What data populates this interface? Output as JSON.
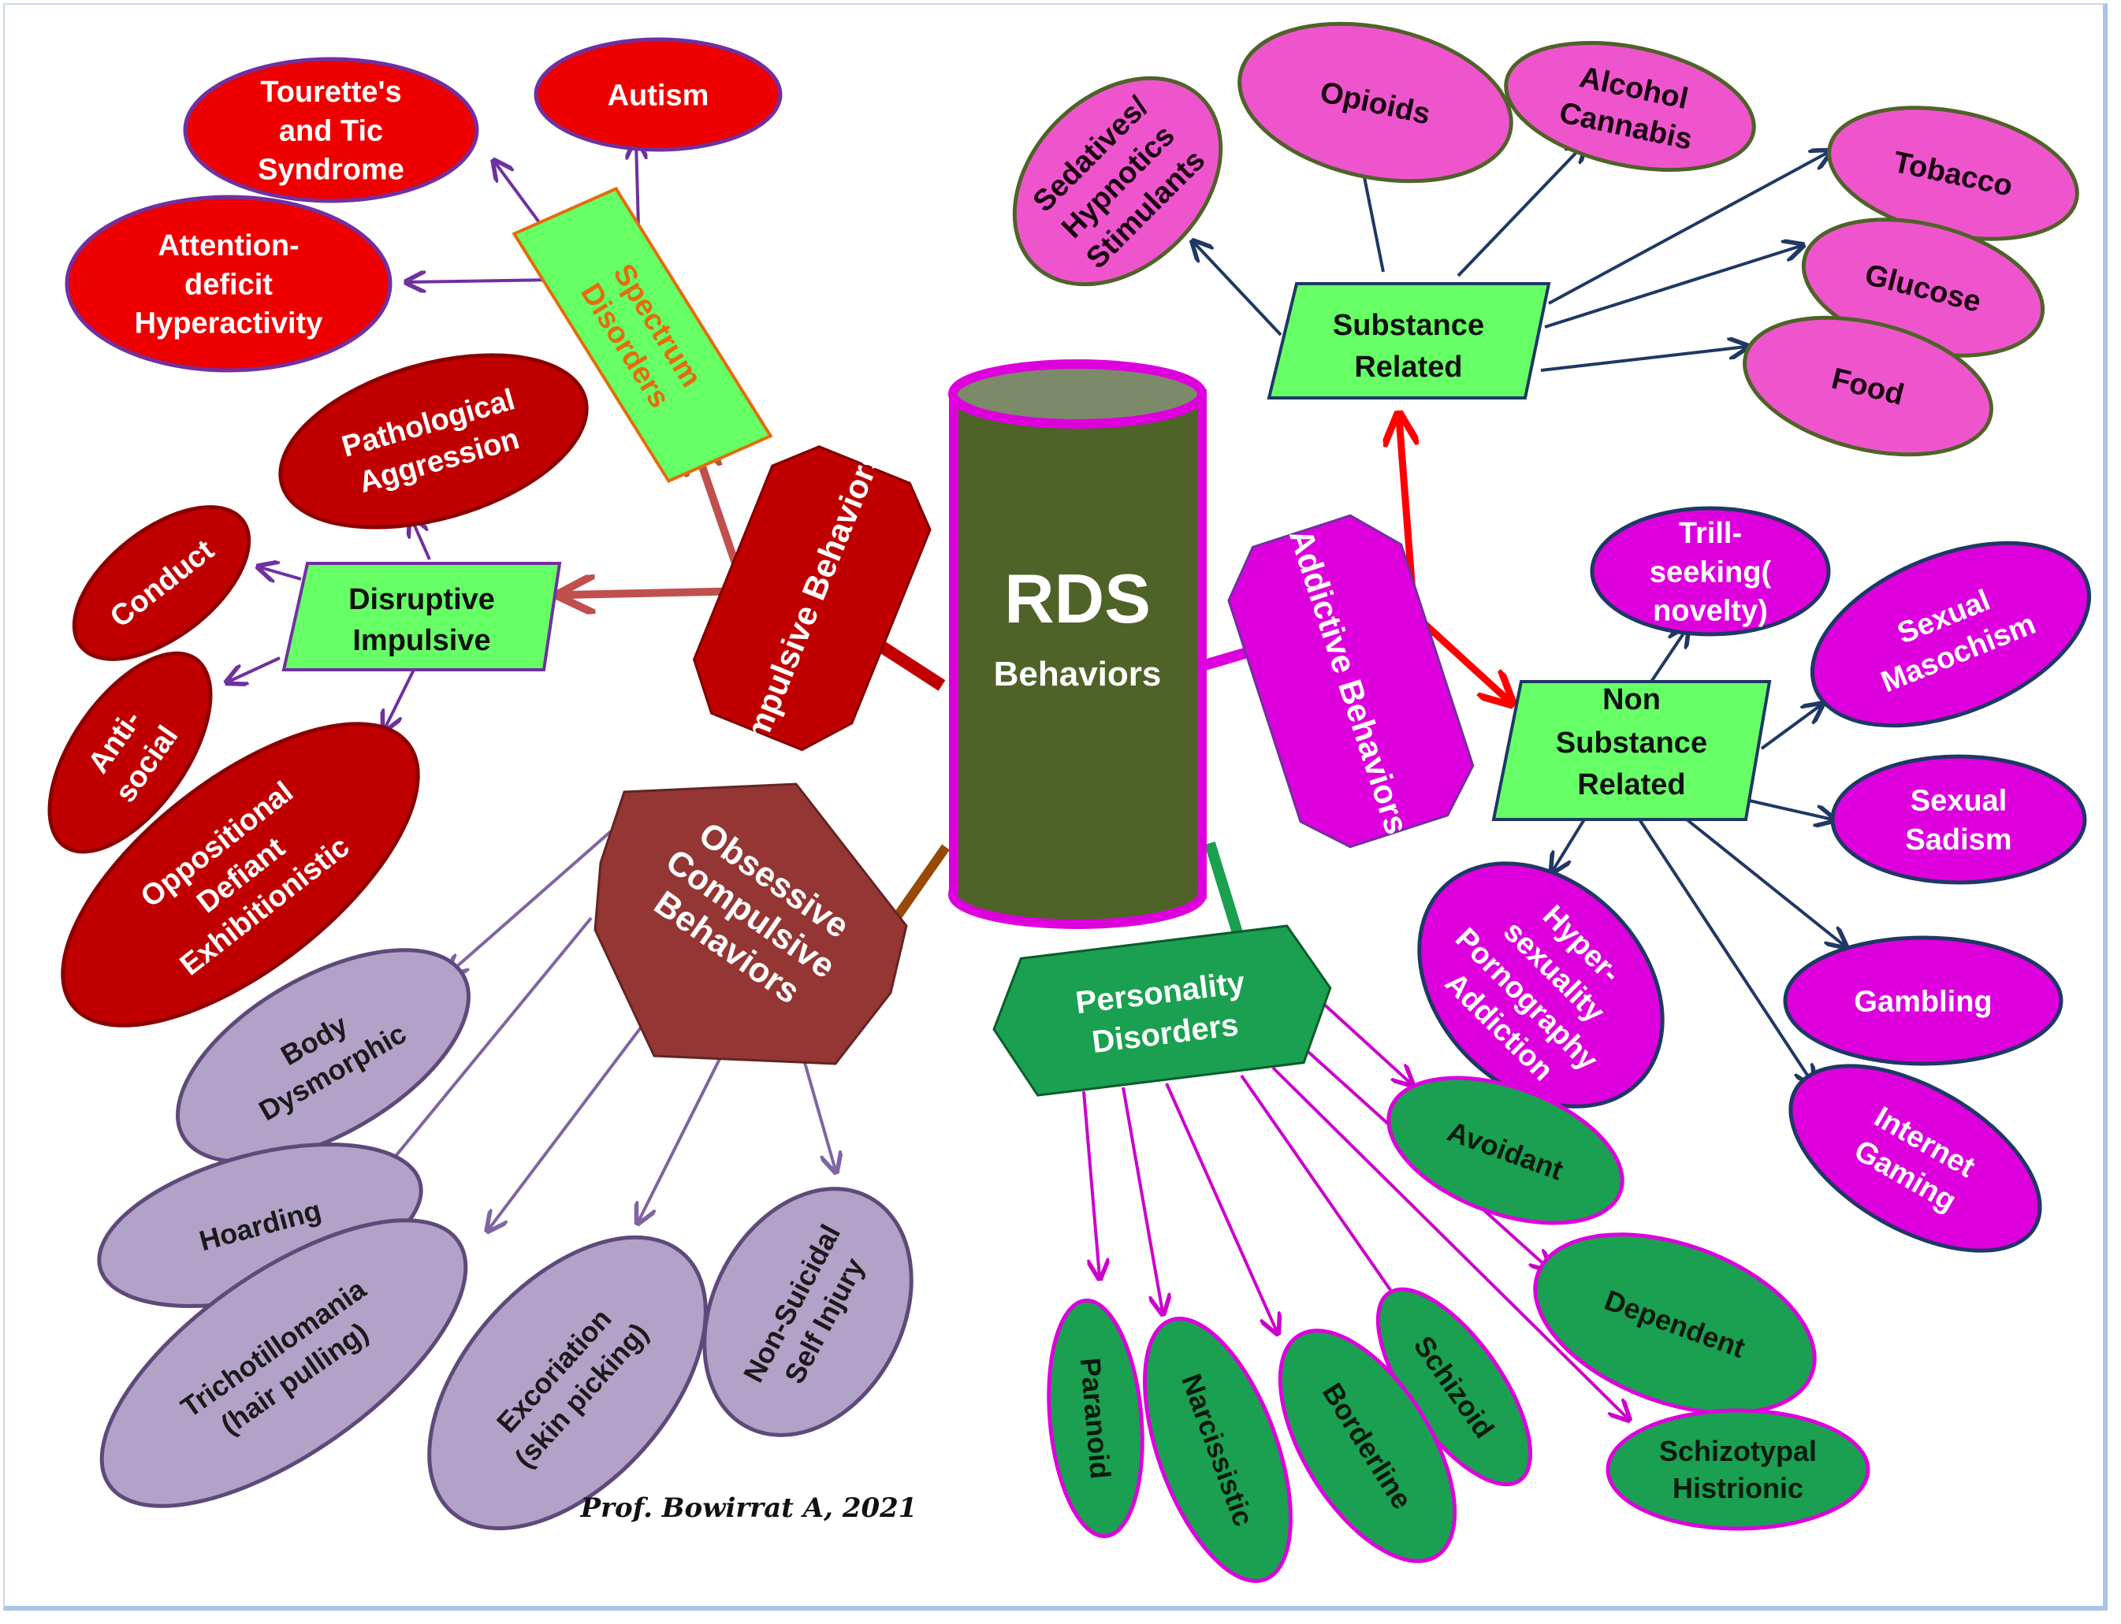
{
  "center": {
    "title": "RDS",
    "subtitle": "Behaviors"
  },
  "hubs": {
    "impulsive": "Impulsive Behaviors",
    "addictive": "Addictive Behaviors",
    "obsessive": [
      "Obsessive",
      "Compulsive",
      "Behaviors"
    ],
    "personality": [
      "Personality",
      "Disorders"
    ]
  },
  "categories": {
    "spectrum": [
      "Spectrum",
      "Disorders"
    ],
    "disruptive": [
      "Disruptive",
      "Impulsive"
    ],
    "substance": [
      "Substance",
      "Related"
    ],
    "non_substance": [
      "Non",
      "Substance",
      "Related"
    ]
  },
  "nodes": {
    "tourette": [
      "Tourette's",
      "and Tic",
      "Syndrome"
    ],
    "autism": [
      "Autism"
    ],
    "adhd": [
      "Attention-",
      "deficit",
      "Hyperactivity"
    ],
    "pathological": [
      "Pathological",
      "Aggression"
    ],
    "conduct": [
      "Conduct"
    ],
    "antisocial": [
      "Anti-",
      "social"
    ],
    "oppositional": [
      "Oppositional",
      "Defiant",
      "Exhibitionistic"
    ],
    "sedatives": [
      "Sedatives/",
      "Hypnotics",
      "Stimulants"
    ],
    "opioids": [
      "Opioids"
    ],
    "alcohol": [
      "Alcohol",
      "Cannabis"
    ],
    "tobacco": [
      "Tobacco"
    ],
    "glucose": [
      "Glucose"
    ],
    "food": [
      "Food"
    ],
    "trill": [
      "Trill-",
      "seeking(",
      "novelty)"
    ],
    "masochism": [
      "Sexual",
      "Masochism"
    ],
    "sadism": [
      "Sexual",
      "Sadism"
    ],
    "hypersexuality": [
      "Hyper-",
      "sexuality",
      "Pornography",
      "Addiction"
    ],
    "gambling": [
      "Gambling"
    ],
    "internet": [
      "Internet",
      "Gaming"
    ],
    "body": [
      "Body",
      "Dysmorphic"
    ],
    "hoarding": [
      "Hoarding"
    ],
    "tricho": [
      "Trichotillomania",
      "(hair pulling)"
    ],
    "excoriation": [
      "Excoriation",
      "(skin picking)"
    ],
    "nonsuicidal": [
      "Non-Suicidal",
      "Self Injury"
    ],
    "avoidant": [
      "Avoidant"
    ],
    "dependent": [
      "Dependent"
    ],
    "schizotypal": [
      "Schizotypal",
      "Histrionic"
    ],
    "schizoid": [
      "Schizoid"
    ],
    "borderline": [
      "Borderline"
    ],
    "narcissistic": [
      "Narcissistic"
    ],
    "paranoid": [
      "Paranoid"
    ]
  },
  "signature": "Prof. Bowirrat A, 2021",
  "colors": {
    "red_node": "#ee0000",
    "darkred_node": "#c00000",
    "magenta_node": "#ee55cc",
    "purple_node": "#dd00dd",
    "lavender_node": "#b3a2c7",
    "green_node": "#1aa050",
    "category_green": "#66ff66",
    "cylinder": "#4f6228"
  }
}
